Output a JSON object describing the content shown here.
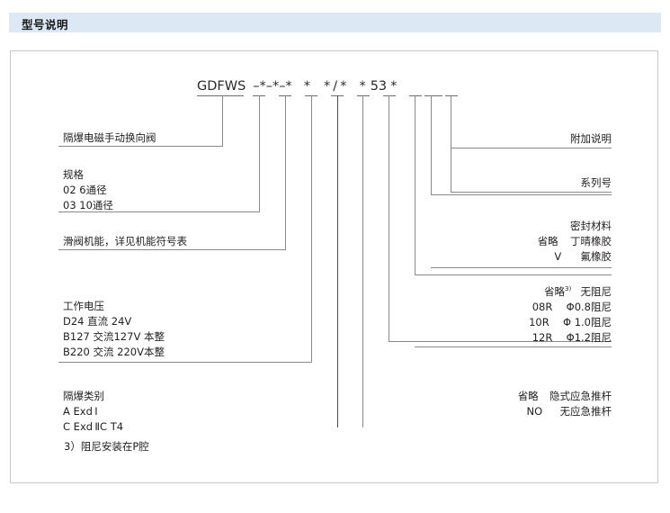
{
  "header": {
    "title": "型号说明"
  },
  "model_code": {
    "prefix": "GDFWS",
    "full": "GDFWS -*-*-*  *  */*  * 53 *",
    "tokens": [
      "GDFWS",
      "–",
      "*",
      "–",
      "*",
      "–",
      "*",
      "*",
      "*",
      "/",
      "*",
      "*",
      "53",
      "*"
    ]
  },
  "left_labels": [
    {
      "id": "product-name",
      "lines": [
        "隔爆电磁手动换向阀"
      ]
    },
    {
      "id": "specification",
      "lines": [
        "规格",
        "02  6通径",
        "03  10通径"
      ]
    },
    {
      "id": "spool-function",
      "lines": [
        "滑阀机能，详见机能符号表"
      ]
    },
    {
      "id": "working-voltage",
      "lines": [
        "工作电压",
        "D24     直流 24V",
        "B127   交流127V 本整",
        "B220   交流 220V本整"
      ]
    },
    {
      "id": "explosion-proof-class",
      "lines": [
        "隔爆类别",
        "A   Exd Ⅰ",
        "C   Exd ⅡC  T4"
      ]
    }
  ],
  "footnote": "3）阻尼安装在P腔",
  "right_labels": [
    {
      "id": "additional-note",
      "lines": [
        "附加说明"
      ]
    },
    {
      "id": "series-number",
      "lines": [
        "系列号"
      ]
    },
    {
      "id": "seal-material",
      "title": "密封材料",
      "rows": [
        {
          "code": "省略",
          "desc": "丁晴橡胶"
        },
        {
          "code": "V",
          "desc": "氟橡胶"
        }
      ]
    },
    {
      "id": "damping",
      "rows": [
        {
          "code": "省略",
          "sup": "3)",
          "desc": "无阻尼"
        },
        {
          "code": "08R",
          "desc": "Φ0.8阻尼"
        },
        {
          "code": "10R",
          "desc": "Φ 1.0阻尼"
        },
        {
          "code": "12R",
          "desc": "Φ1.2阻尼"
        }
      ]
    },
    {
      "id": "emergency-push-rod",
      "rows": [
        {
          "code": "省略",
          "desc": "隐式应急推杆"
        },
        {
          "code": "NO",
          "desc": "无应急推杆"
        }
      ]
    }
  ],
  "colors": {
    "header_bg": "#dce9f5",
    "frame_border": "#c8c8c8",
    "line": "#8a8a8a",
    "text": "#231f20"
  }
}
